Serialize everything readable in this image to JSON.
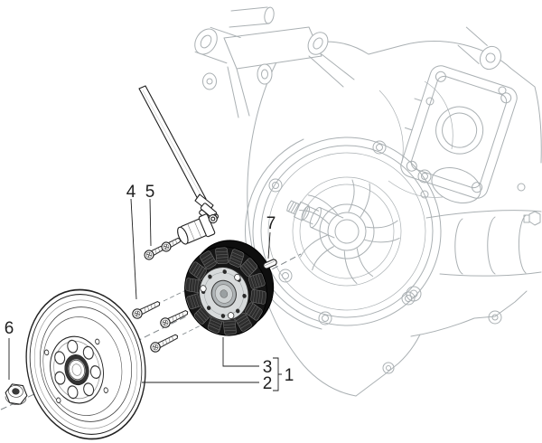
{
  "diagram": {
    "callouts": [
      {
        "id": "1",
        "label": "1"
      },
      {
        "id": "2",
        "label": "2"
      },
      {
        "id": "3",
        "label": "3"
      },
      {
        "id": "4",
        "label": "4"
      },
      {
        "id": "5",
        "label": "5"
      },
      {
        "id": "6",
        "label": "6"
      },
      {
        "id": "7",
        "label": "7"
      }
    ],
    "colors": {
      "foreground": "#1f1f1f",
      "background_part": "#aab0b3",
      "dash": "#7d8488",
      "stator_dark": "#151515",
      "paper": "#ffffff"
    }
  }
}
